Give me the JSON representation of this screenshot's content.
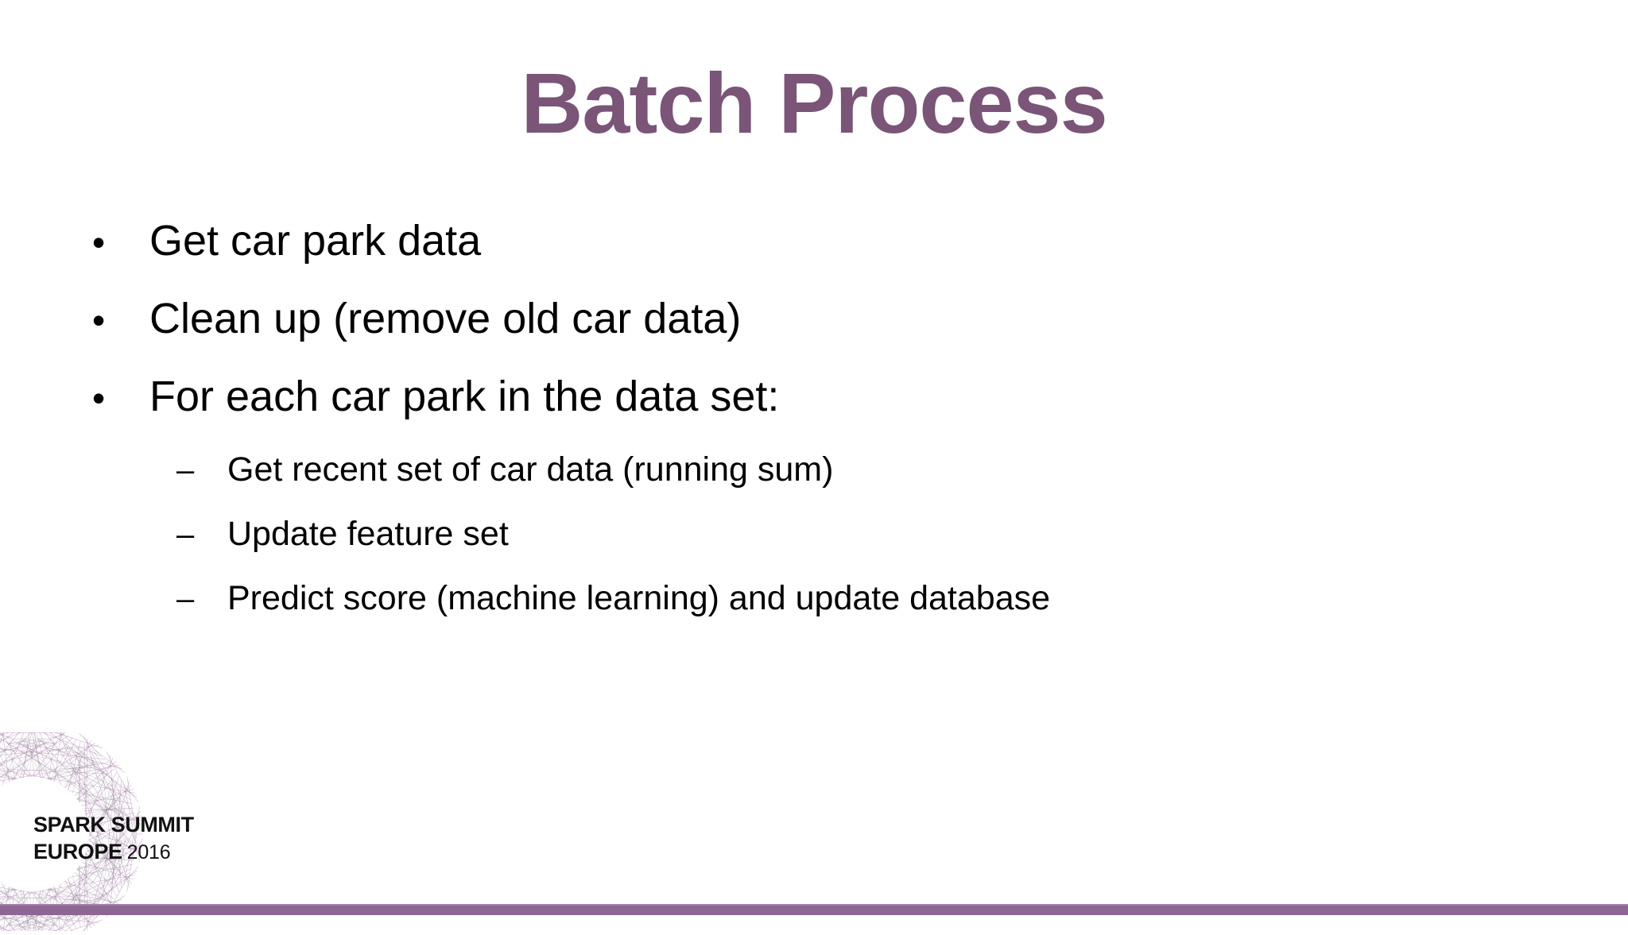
{
  "slide": {
    "title": "Batch Process",
    "title_color": "#7a5578",
    "background_color": "#ffffff",
    "body_text_color": "#000000",
    "accent_bar_color": "#8d6693"
  },
  "bullets": [
    {
      "level": 1,
      "marker": "•",
      "text": "Get car park data"
    },
    {
      "level": 1,
      "marker": "•",
      "text": "Clean up (remove old car data)"
    },
    {
      "level": 1,
      "marker": "•",
      "text": "For each car park in the data set:"
    },
    {
      "level": 2,
      "marker": "–",
      "text": "Get recent set of car data (running sum)"
    },
    {
      "level": 2,
      "marker": "–",
      "text": "Update feature set"
    },
    {
      "level": 2,
      "marker": "–",
      "text": "Predict score (machine learning) and update database"
    }
  ],
  "logo": {
    "line1": "SPARK SUMMIT",
    "line2": "EUROPE",
    "year": "2016",
    "art_color": "#9b6fa0"
  }
}
